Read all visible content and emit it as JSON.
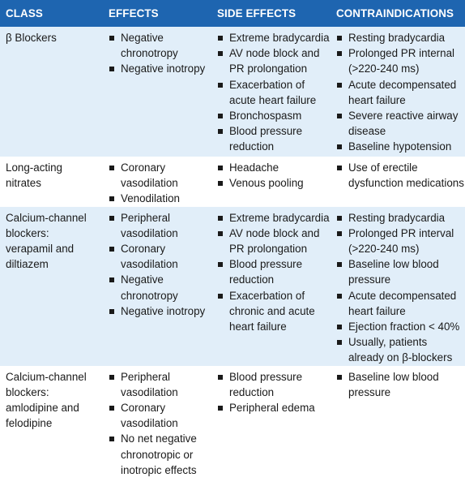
{
  "header": {
    "class": "CLASS",
    "effects": "EFFECTS",
    "side_effects": "SIDE EFFECTS",
    "contraindications": "CONTRAINDICATIONS"
  },
  "rows": [
    {
      "class": "β Blockers",
      "effects": [
        "Negative chronotropy",
        "Negative inotropy"
      ],
      "side_effects": [
        "Extreme bradycardia",
        "AV node block and PR prolongation",
        "Exacerbation of acute heart failure",
        "Bronchospasm",
        "Blood pressure reduction"
      ],
      "contraindications": [
        "Resting bradycardia",
        "Prolonged PR internal (>220-240 ms)",
        "Acute decompensated heart failure",
        "Severe reactive airway disease",
        "Baseline hypotension"
      ]
    },
    {
      "class": "Long-acting nitrates",
      "effects": [
        "Coronary vasodilation",
        "Venodilation"
      ],
      "side_effects": [
        "Headache",
        "Venous pooling"
      ],
      "contraindications": [
        "Use of erectile dysfunction medications"
      ]
    },
    {
      "class": "Calcium-channel blockers: verapamil and diltiazem",
      "effects": [
        "Peripheral vasodilation",
        "Coronary vasodilation",
        "Negative chronotropy",
        "Negative inotropy"
      ],
      "side_effects": [
        "Extreme bradycardia",
        "AV node block and PR prolongation",
        "Blood pressure reduction",
        "Exacerbation of chronic and acute heart failure"
      ],
      "contraindications": [
        "Resting bradycardia",
        "Prolonged PR interval (>220-240 ms)",
        "Baseline low blood pressure",
        "Acute decompensated heart failure",
        "Ejection fraction < 40%",
        "Usually, patients already on β-blockers"
      ]
    },
    {
      "class": "Calcium-channel blockers: amlodipine and felodipine",
      "effects": [
        "Peripheral vasodilation",
        "Coronary vasodilation",
        "No net negative chronotropic or inotropic effects"
      ],
      "side_effects": [
        "Blood pressure reduction",
        "Peripheral edema"
      ],
      "contraindications": [
        "Baseline low blood pressure"
      ]
    }
  ],
  "colors": {
    "header_bg": "#1e65b0",
    "row_alt_bg": "#e1eef9",
    "row_base_bg": "#ffffff"
  }
}
